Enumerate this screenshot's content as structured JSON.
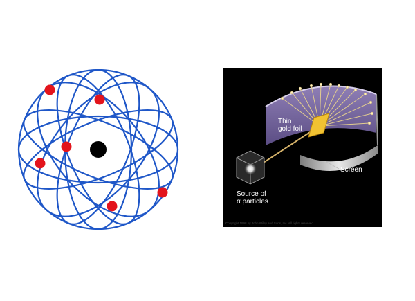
{
  "atom_model": {
    "orbit_color": "#1f57c8",
    "electron_color": "#e3141c",
    "nucleus_color": "#000000"
  },
  "experiment": {
    "label_foil_line1": "Thin",
    "label_foil_line2": "gold foil",
    "label_screen": "Screen",
    "label_source_line1": "Source of",
    "label_source_line2": "α particles",
    "copyright": "Copyright 1998 by John Wiley and Sons, Inc.  All rights reserved.",
    "screen_color": "#c9b8e6",
    "foil_color": "#f1c232",
    "beam_color": "#d6b36a"
  }
}
